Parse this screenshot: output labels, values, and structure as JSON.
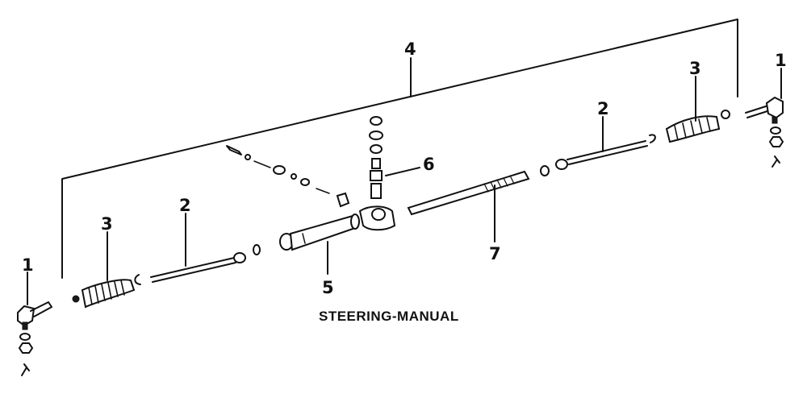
{
  "caption": "STEERING-MANUAL",
  "callouts": {
    "tie_rod_end_left": "1",
    "tie_rod_end_right": "1",
    "inner_tie_rod_left": "2",
    "inner_tie_rod_right": "2",
    "boot_left": "3",
    "boot_right": "3",
    "rack_assembly": "4",
    "housing": "5",
    "pinion": "6",
    "rack": "7"
  },
  "colors": {
    "ink": "#111111",
    "background": "#ffffff"
  }
}
